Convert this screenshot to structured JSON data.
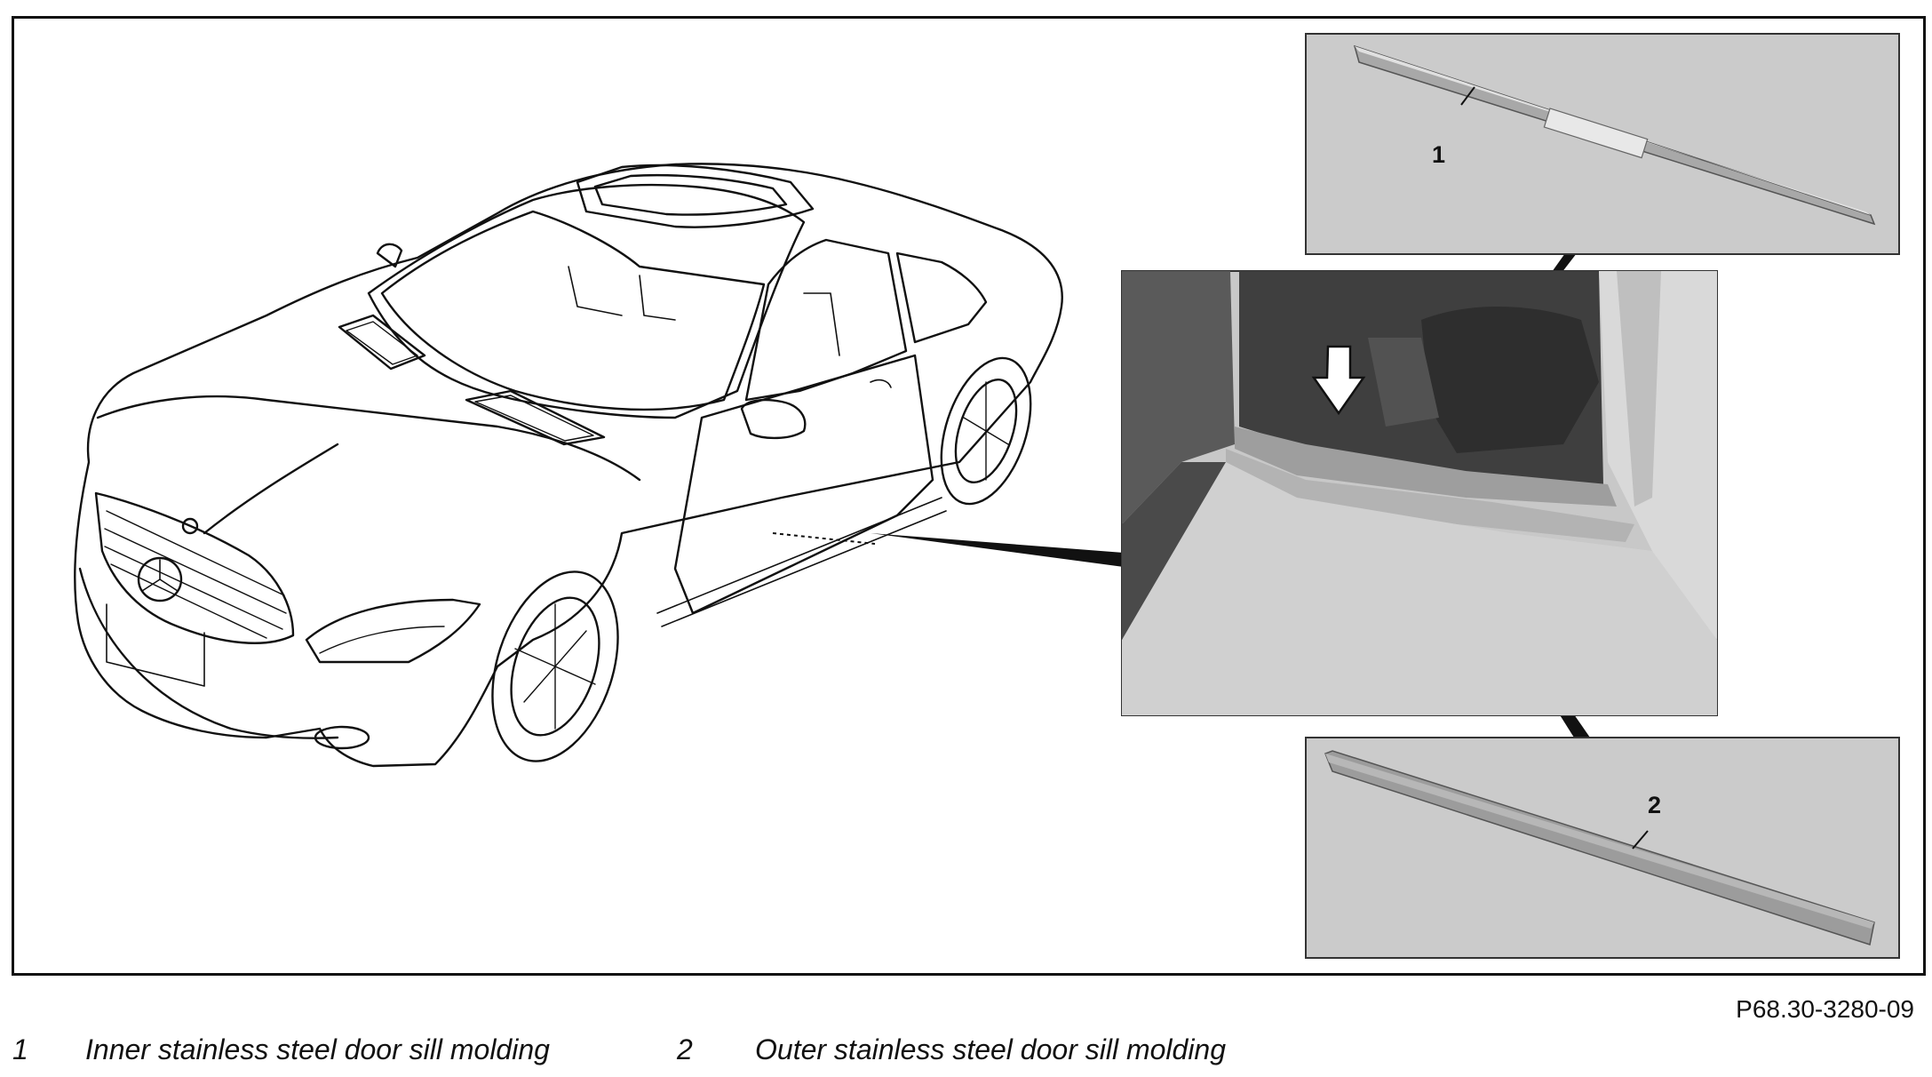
{
  "figure_code": "P68.30-3280-09",
  "callouts": {
    "inner": "1",
    "outer": "2"
  },
  "legend": [
    {
      "number": "1",
      "text": "Inner stainless steel door sill molding"
    },
    {
      "number": "2",
      "text": "Outer stainless steel door sill molding"
    }
  ],
  "colors": {
    "frame": "#111111",
    "photo_background": "#c9c9c9",
    "molding_steel": "#a9a9a9"
  }
}
